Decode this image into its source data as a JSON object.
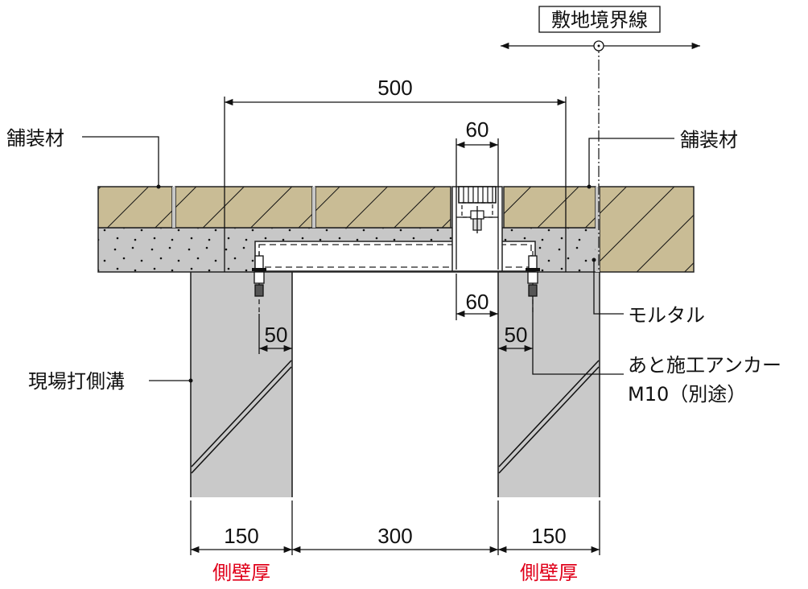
{
  "colors": {
    "paving": "#c9bc95",
    "mortar": "#c7c7c7",
    "wall": "#c9c9c9",
    "accent_red": "#e0001a"
  },
  "labels": {
    "boundary": "敷地境界線",
    "paving_left": "舗装材",
    "paving_right": "舗装材",
    "mortar": "モルタル",
    "anchor_line1": "あと施工アンカー",
    "anchor_line2": "M10（別途）",
    "gutter": "現場打側溝",
    "wall_thickness_left": "側壁厚",
    "wall_thickness_right": "側壁厚"
  },
  "dimensions": {
    "overall": "500",
    "grating_top": "60",
    "grating_bottom": "60",
    "anchor_left": "50",
    "anchor_right": "50",
    "wall_left": "150",
    "channel": "300",
    "wall_right": "150"
  }
}
